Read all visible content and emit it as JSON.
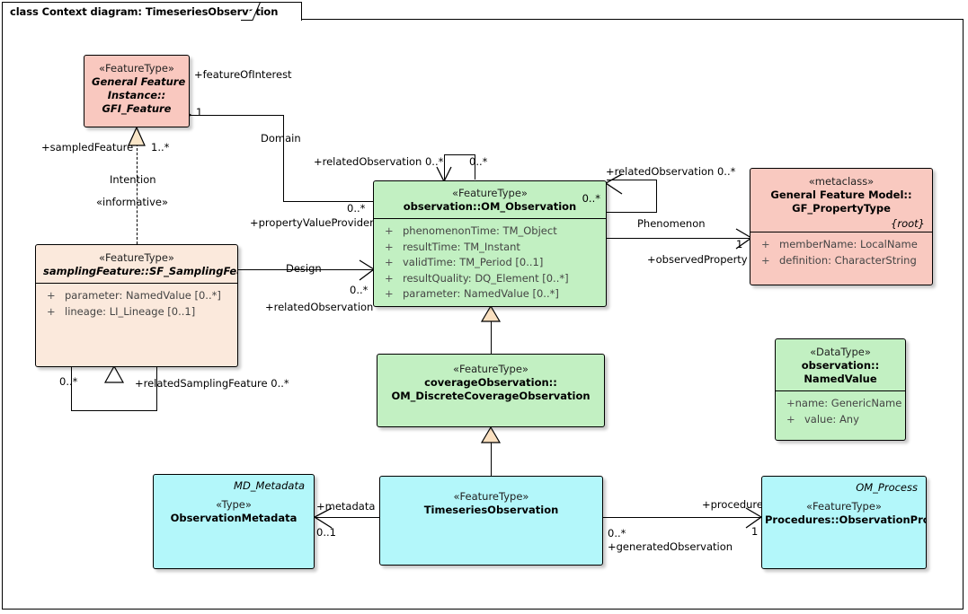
{
  "frame": {
    "title": "class Context diagram: TimeseriesObservation"
  },
  "classes": {
    "gfi_feature": {
      "stereotype": "«FeatureType»",
      "name_line1": "General Feature",
      "name_line2": "Instance::",
      "name_line3": "GFI_Feature"
    },
    "om_observation": {
      "stereotype": "«FeatureType»",
      "name": "observation::OM_Observation",
      "multiplicity": "0..*",
      "attributes": [
        {
          "visibility": "+",
          "text": "phenomenonTime: TM_Object"
        },
        {
          "visibility": "+",
          "text": "resultTime: TM_Instant"
        },
        {
          "visibility": "+",
          "text": "validTime: TM_Period [0..1]"
        },
        {
          "visibility": "+",
          "text": "resultQuality: DQ_Element [0..*]"
        },
        {
          "visibility": "+",
          "text": "parameter: NamedValue [0..*]"
        }
      ]
    },
    "gf_propertytype": {
      "stereotype": "«metaclass»",
      "name_line1": "General Feature Model::",
      "name_line2": "GF_PropertyType",
      "tag": "{root}",
      "attributes": [
        {
          "visibility": "+",
          "text": "memberName: LocalName"
        },
        {
          "visibility": "+",
          "text": "definition: CharacterString"
        }
      ]
    },
    "sf_samplingfeature": {
      "stereotype": "«FeatureType»",
      "name": "samplingFeature::SF_SamplingFeature",
      "attributes": [
        {
          "visibility": "+",
          "text": "parameter: NamedValue [0..*]"
        },
        {
          "visibility": "+",
          "text": "lineage: LI_Lineage [0..1]"
        }
      ]
    },
    "om_discretecoverageobservation": {
      "stereotype": "«FeatureType»",
      "name_line1": "coverageObservation::",
      "name_line2": "OM_DiscreteCoverageObservation"
    },
    "namedvalue": {
      "stereotype": "«DataType»",
      "name_line1": "observation::",
      "name_line2": "NamedValue",
      "attributes": [
        {
          "visibility": "+",
          "text": "name: GenericName"
        },
        {
          "visibility": "+",
          "text": "value: Any"
        }
      ]
    },
    "observationmetadata": {
      "typename": "MD_Metadata",
      "stereotype": "«Type»",
      "name": "ObservationMetadata"
    },
    "timeseriesobservation": {
      "stereotype": "«FeatureType»",
      "name": "TimeseriesObservation"
    },
    "observationprocess": {
      "typename": "OM_Process",
      "stereotype": "«FeatureType»",
      "name": "Procedures::ObservationProcess"
    }
  },
  "connector_labels": {
    "feature_of_interest": "+featureOfInterest",
    "feature_of_interest_mult": "1",
    "sampled_feature": "+sampledFeature",
    "sampled_feature_mult": "1..*",
    "intention": "Intention",
    "informative": "«informative»",
    "domain": "Domain",
    "related_observation_top_left": "+relatedObservation 0..*",
    "self_loop_top_mult": "0..*",
    "related_observation_right": "+relatedObservation 0..*",
    "property_value_provider": "+propertyValueProvider",
    "property_value_provider_mult": "0..*",
    "design": "Design",
    "design_mult": "0..*",
    "related_observation_design": "+relatedObservation",
    "related_sampling_feature": "+relatedSamplingFeature 0..*",
    "related_sampling_feature_mult": "0..*",
    "phenomenon": "Phenomenon",
    "observed_property": "+observedProperty",
    "observed_property_mult": "1",
    "metadata": "+metadata",
    "metadata_mult": "0..1",
    "procedure": "+procedure",
    "procedure_mult": "1",
    "generated_observation": "+generatedObservation",
    "generated_observation_mult": "0..*"
  },
  "colors": {
    "pink": "#f9c8bf",
    "peach": "#fbe9dc",
    "green": "#c2f0c2",
    "cyan": "#b3f7fa",
    "line": "#000000",
    "background": "#ffffff"
  }
}
